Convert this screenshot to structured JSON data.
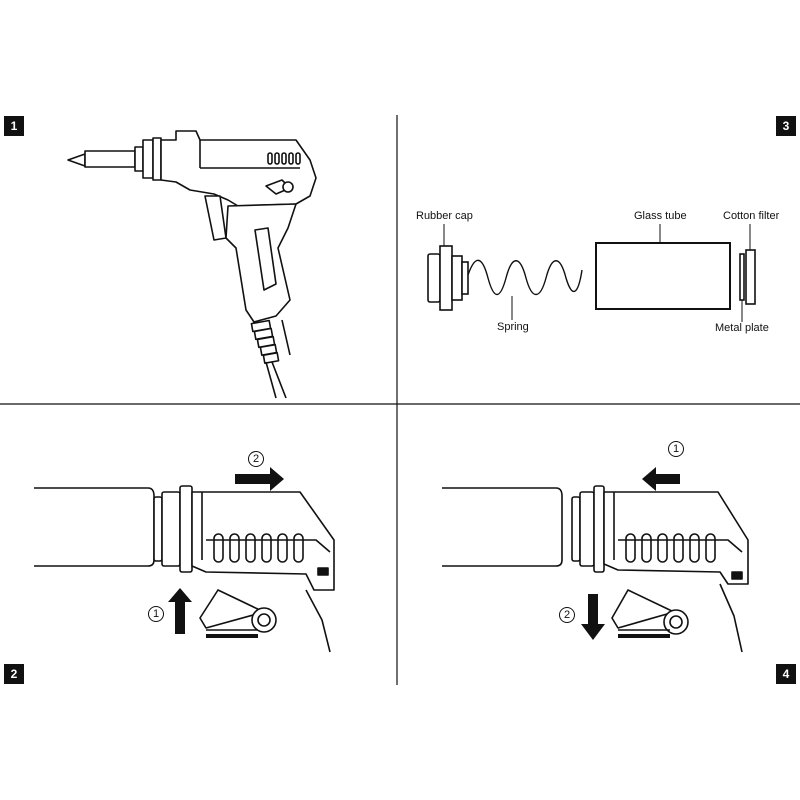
{
  "panels": [
    {
      "number": "1"
    },
    {
      "number": "2"
    },
    {
      "number": "3"
    },
    {
      "number": "4"
    }
  ],
  "panel3_labels": {
    "rubber_cap": "Rubber cap",
    "glass_tube": "Glass tube",
    "cotton_filter": "Cotton filter",
    "spring": "Spring",
    "metal_plate": "Metal plate"
  },
  "panel2_steps": {
    "step_up": "1",
    "step_right": "2"
  },
  "panel4_steps": {
    "step_left": "1",
    "step_down": "2"
  }
}
